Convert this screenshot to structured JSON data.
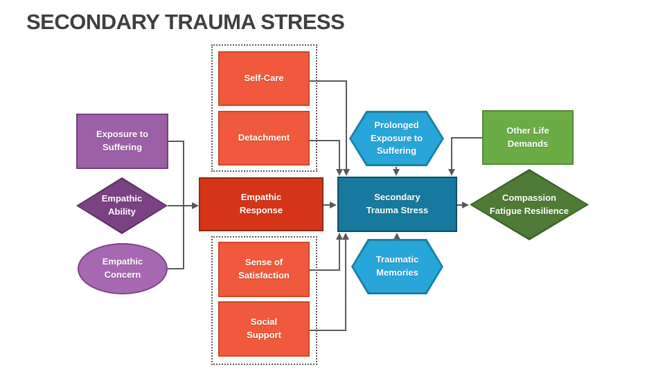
{
  "slide": {
    "title": "SECONDARY TRAUMA STRESS"
  },
  "nodes": {
    "exposure": {
      "label": "Exposure to\nSuffering",
      "shape": "rectangle",
      "color": "purple"
    },
    "ability": {
      "label": "Empathic\nAbility",
      "shape": "diamond",
      "color": "purple"
    },
    "concern": {
      "label": "Empathic\nConcern",
      "shape": "ellipse",
      "color": "purple"
    },
    "self_care": {
      "label": "Self-Care",
      "shape": "rectangle",
      "color": "orange"
    },
    "detachment": {
      "label": "Detachment",
      "shape": "rectangle",
      "color": "orange"
    },
    "empathic_response": {
      "label": "Empathic\nResponse",
      "shape": "rectangle",
      "color": "red"
    },
    "sts": {
      "label": "Secondary\nTrauma Stress",
      "shape": "rectangle",
      "color": "teal"
    },
    "prolonged": {
      "label": "Prolonged\nExposure to\nSuffering",
      "shape": "hexagon",
      "color": "blue"
    },
    "traumatic": {
      "label": "Traumatic\nMemories",
      "shape": "hexagon",
      "color": "blue"
    },
    "sense": {
      "label": "Sense of\nSatisfaction",
      "shape": "rectangle",
      "color": "orange"
    },
    "social": {
      "label": "Social\nSupport",
      "shape": "rectangle",
      "color": "orange"
    },
    "other_life": {
      "label": "Other Life\nDemands",
      "shape": "rectangle",
      "color": "green"
    },
    "compassion": {
      "label": "Compassion\nFatigue Resilience",
      "shape": "diamond",
      "color": "green"
    }
  },
  "edges": [
    {
      "from": "exposure",
      "to": "empathic_response"
    },
    {
      "from": "ability",
      "to": "empathic_response"
    },
    {
      "from": "concern",
      "to": "empathic_response"
    },
    {
      "from": "self_care",
      "to": "sts"
    },
    {
      "from": "detachment",
      "to": "sts"
    },
    {
      "from": "sense",
      "to": "sts"
    },
    {
      "from": "social",
      "to": "sts"
    },
    {
      "from": "prolonged",
      "to": "sts"
    },
    {
      "from": "traumatic",
      "to": "sts"
    },
    {
      "from": "other_life",
      "to": "sts"
    },
    {
      "from": "empathic_response",
      "to": "sts"
    },
    {
      "from": "sts",
      "to": "compassion"
    }
  ],
  "colors": {
    "title_text": "#3F3F3F",
    "connector": "#595959",
    "purple_rect_fill": "#9B60A5",
    "purple_rect_border": "#76407F",
    "purple_diamond_fill": "#7B4283",
    "purple_diamond_border": "#5C3163",
    "purple_ellipse_fill": "#A768B2",
    "purple_ellipse_border": "#7E4189",
    "orange_fill": "#F0593B",
    "orange_border": "#CC4A28",
    "red_fill": "#D53517",
    "red_border": "#8E2A10",
    "teal_fill": "#17799E",
    "teal_border": "#0F4D63",
    "blue_hex_fill": "#29A6D9",
    "blue_hex_border": "#1781A8",
    "green_rect_fill": "#6BAC45",
    "green_rect_border": "#538C33",
    "green_diamond_fill": "#4E7B35",
    "green_diamond_border": "#3B5D26"
  }
}
